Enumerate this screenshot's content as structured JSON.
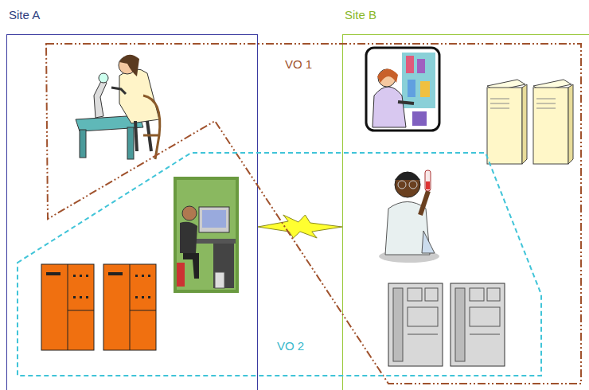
{
  "diagram": {
    "nodes": [
      {
        "text": [
          "Site A"
        ]
      },
      {
        "text": [
          "Site B"
        ]
      },
      {
        "text": [
          "VO 1"
        ]
      },
      {
        "text": [
          "VO 2"
        ]
      }
    ],
    "edges": [
      {
        "from": 0,
        "to": 1,
        "arrow": "none"
      }
    ]
  }
}
